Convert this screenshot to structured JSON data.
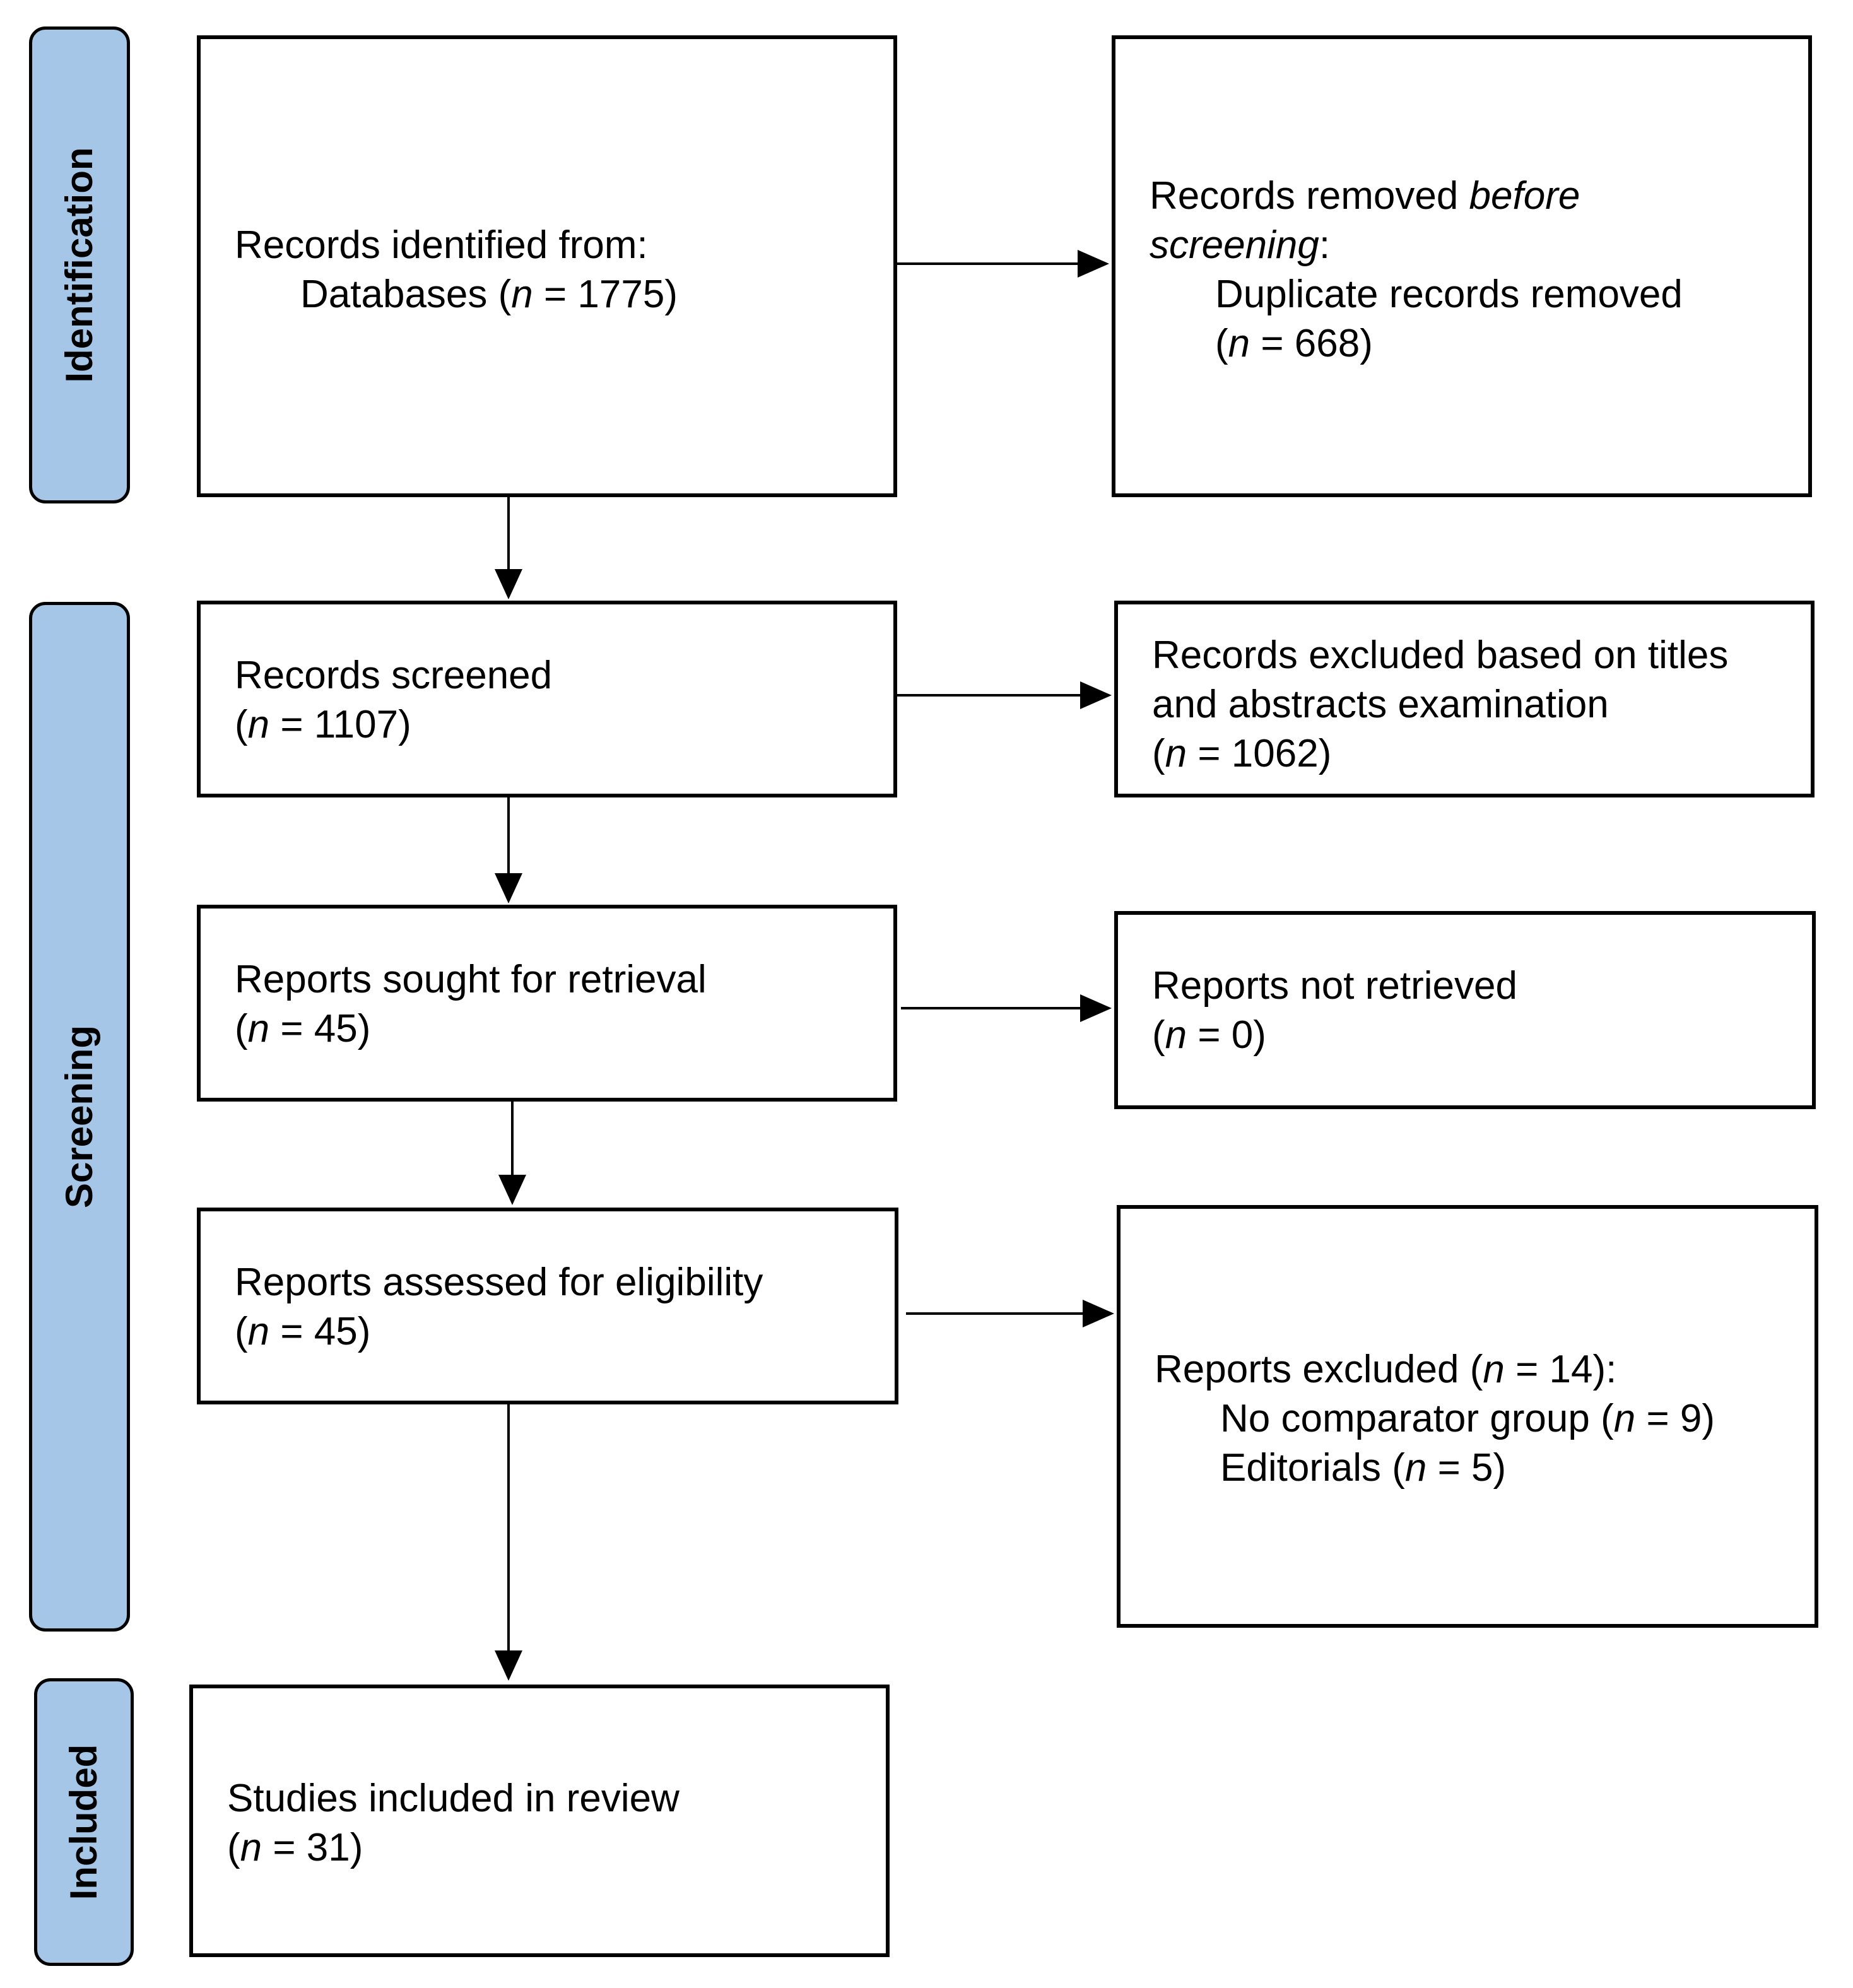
{
  "phases": {
    "identification": "Identification",
    "screening": "Screening",
    "included": "Included"
  },
  "identified": {
    "heading": "Records identified from:",
    "databases_label": "Databases (",
    "n_symbol": "n",
    "databases_value": " = 1775)"
  },
  "removed": {
    "line1_prefix": "Records removed ",
    "line1_italic": "before",
    "line2_italic": "screening",
    "line2_suffix": ":",
    "duplicates_label": "Duplicate records removed",
    "open_paren": "(",
    "n_symbol": "n",
    "duplicates_value": " = 668)"
  },
  "screened": {
    "label": "Records screened",
    "open_paren": "(",
    "n_symbol": "n",
    "value": " = 1107)"
  },
  "excluded_titles": {
    "line1": "Records excluded based on titles",
    "line2": "and abstracts examination",
    "open_paren": "(",
    "n_symbol": "n",
    "value": " = 1062)"
  },
  "sought": {
    "label": "Reports sought for retrieval",
    "open_paren": "(",
    "n_symbol": "n",
    "value": " = 45)"
  },
  "not_retrieved": {
    "label": "Reports not retrieved",
    "open_paren": "(",
    "n_symbol": "n",
    "value": " = 0)"
  },
  "assessed": {
    "label": "Reports assessed for eligibility",
    "open_paren": "(",
    "n_symbol": "n",
    "value": " = 45)"
  },
  "reports_excluded": {
    "heading_prefix": "Reports excluded (",
    "n_symbol": "n",
    "heading_value": " = 14):",
    "reason1_prefix": "No comparator group (",
    "reason1_value": " = 9)",
    "reason2_prefix": "Editorials (",
    "reason2_value": " = 5)"
  },
  "included": {
    "label": "Studies included in review",
    "open_paren": "(",
    "n_symbol": "n",
    "value": " = 31)"
  },
  "colors": {
    "phase_fill": "#a6c6e8",
    "stroke": "#000000"
  }
}
